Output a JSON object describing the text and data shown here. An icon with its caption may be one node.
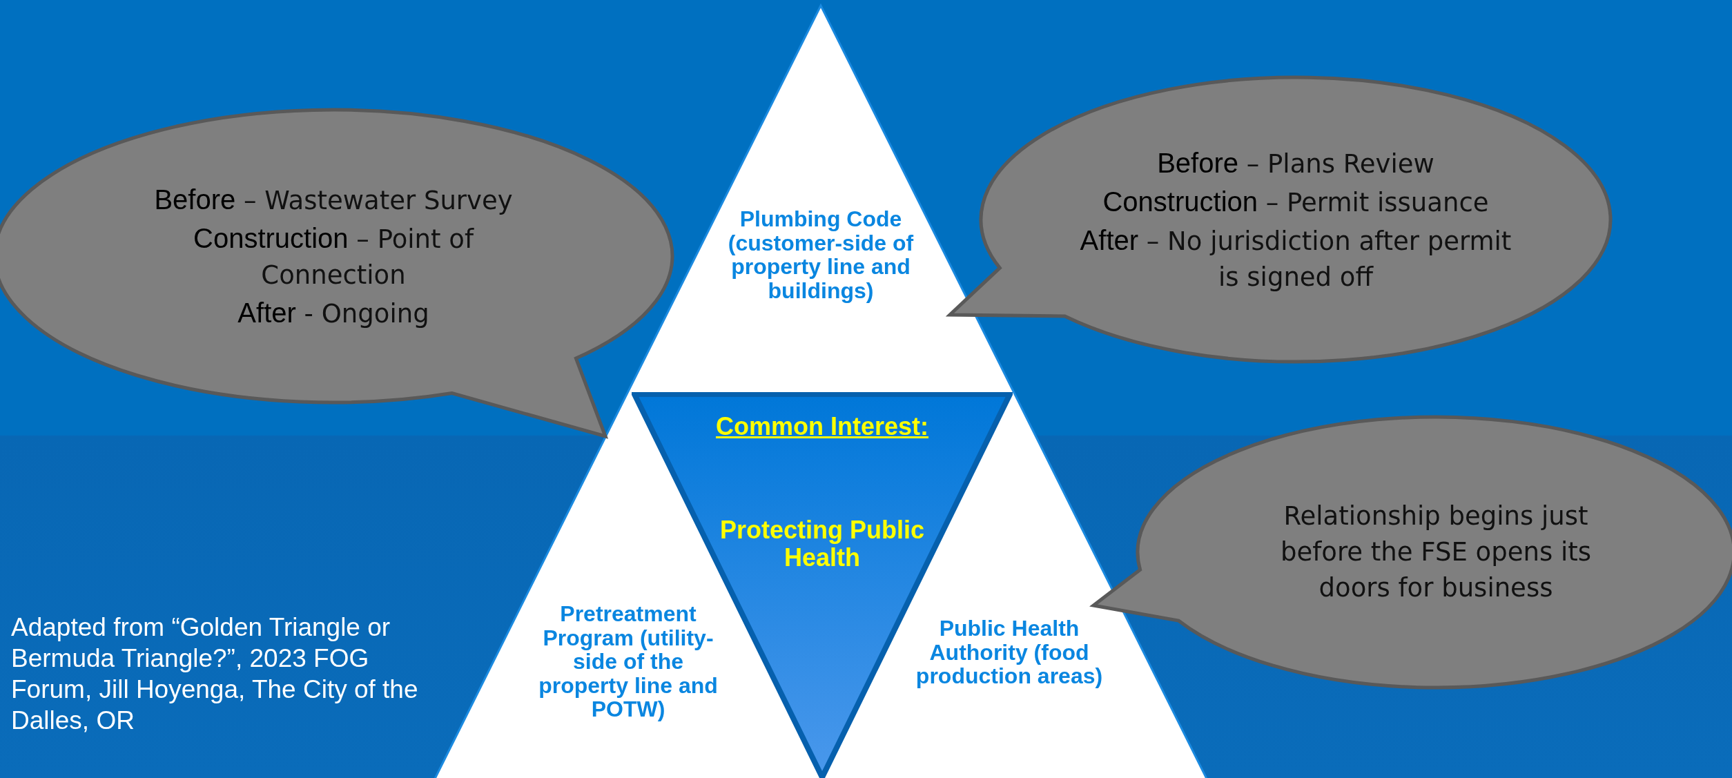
{
  "diagram": {
    "nodes": [
      {
        "text": [
          "Plumbing Code (customer-side of property line and buildings)"
        ]
      },
      {
        "text": [
          "Common Interest:",
          "Protecting Public Health"
        ]
      },
      {
        "text": [
          "Pretreatment Program (utility-side of the property line and POTW)"
        ]
      },
      {
        "text": [
          "Public Health Authority (food production areas)"
        ]
      },
      {
        "text": [
          "**Before** – Wastewater Survey",
          "**Construction** – Point of Connection",
          "**After** - Ongoing"
        ]
      },
      {
        "text": [
          "**Before** – Plans Review",
          "**Construction** – Permit issuance",
          "**After** – No jurisdiction after permit is signed off"
        ]
      },
      {
        "text": [
          "Relationship begins just before the FSE opens its doors for business"
        ]
      }
    ],
    "labels": [
      "Adapted from “Golden Triangle or Bermuda Triangle?”, 2023 FOG Forum, Jill Hoyenga, The City of the Dalles, OR"
    ]
  }
}
